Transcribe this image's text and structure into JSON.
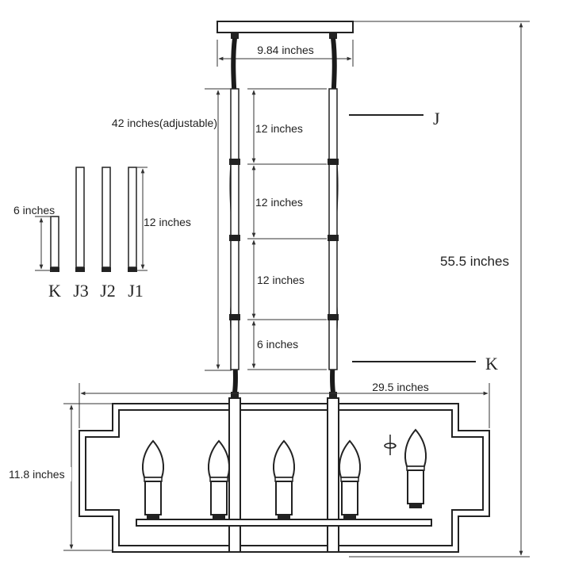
{
  "labels": {
    "canopy_width": "9.84 inches",
    "rod_total": "42 inches(adjustable)",
    "rod_1": "12 inches",
    "rod_2": "12 inches",
    "rod_3": "12 inches",
    "rod_4": "6 inches",
    "overall_height": "55.5 inches",
    "fixture_width": "29.5 inches",
    "fixture_height": "11.8 inches",
    "spare_short": "6 inches",
    "spare_long": "12 inches",
    "marker_j": "J",
    "marker_k": "K",
    "rod_k": "K",
    "rod_j3": "J3",
    "rod_j2": "J2",
    "rod_j1": "J1"
  }
}
